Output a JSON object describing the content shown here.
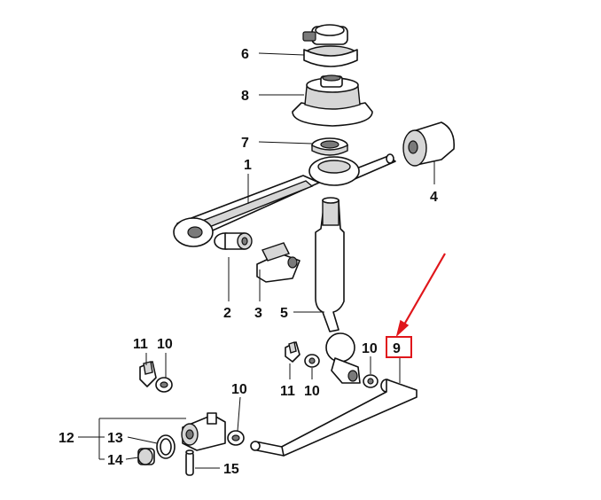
{
  "callouts": {
    "l6": "6",
    "l8": "8",
    "l7": "7",
    "l1": "1",
    "l4": "4",
    "l2": "2",
    "l3": "3",
    "l5": "5",
    "l11a": "11",
    "l10a": "10",
    "l10b": "10",
    "l9": "9",
    "l11b": "11",
    "l10c": "10",
    "l10d": "10",
    "l12": "12",
    "l13": "13",
    "l14": "14",
    "l15": "15"
  },
  "highlight": {
    "callout": "9",
    "box_color": "#e0161b",
    "arrow_color": "#e0161b"
  }
}
